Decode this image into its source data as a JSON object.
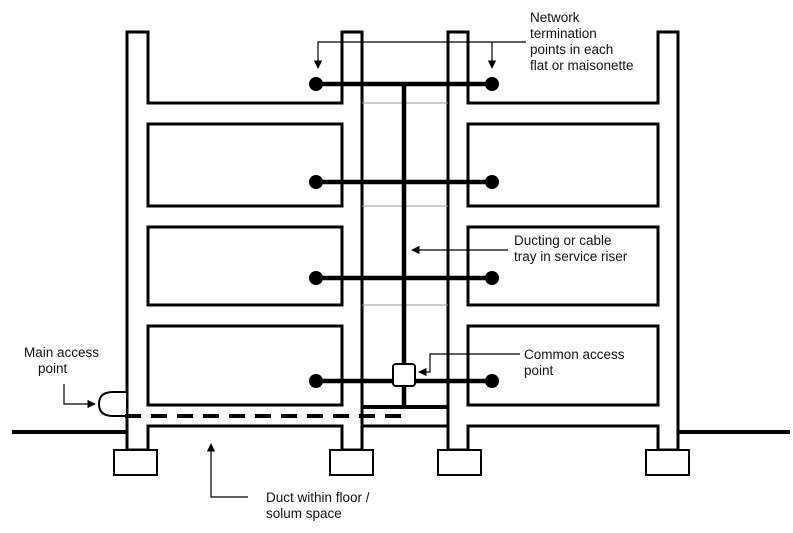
{
  "diagram": {
    "labels": {
      "network_termination": [
        "Network",
        "termination",
        "points in each",
        "flat or maisonette"
      ],
      "ducting_riser": [
        "Ducting or cable",
        "tray in service riser"
      ],
      "main_access": [
        "Main access",
        "point"
      ],
      "common_access": [
        "Common access",
        "point"
      ],
      "duct_floor": [
        "Duct within  floor /",
        "solum space"
      ]
    },
    "floors": 4,
    "termination_points_per_floor": 2,
    "colors": {
      "line": "#000000",
      "riser_guides": "#9a9a9a",
      "background": "#ffffff"
    }
  }
}
